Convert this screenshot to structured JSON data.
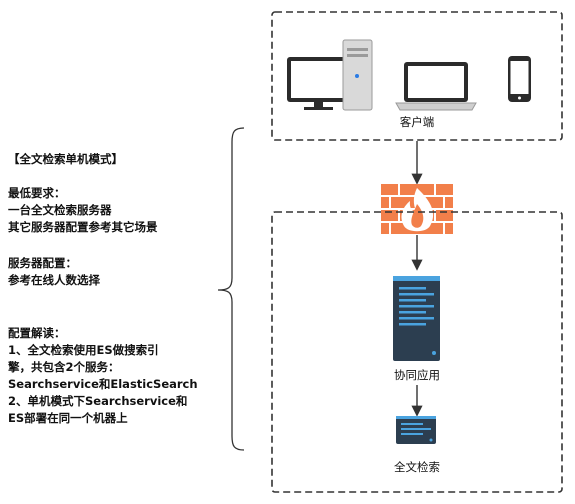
{
  "notes": {
    "title": "【全文检索单机模式】",
    "requirements": {
      "heading": "最低要求：",
      "lines": [
        "一台全文检索服务器",
        "其它服务器配置参考其它场景"
      ]
    },
    "server_config": {
      "heading": "服务器配置：",
      "lines": [
        "参考在线人数选择"
      ]
    },
    "interpretation": {
      "heading": "配置解读：",
      "lines": [
        "1、全文检索使用ES做搜索引",
        "擎，共包含2个服务：",
        "Searchservice和ElasticSearch",
        "2、单机模式下Searchservice和",
        "ES部署在同一个机器上"
      ]
    }
  },
  "diagram": {
    "client_label": "客户端",
    "app_label": "协同应用",
    "search_label": "全文检索",
    "client_devices": [
      "desktop-pc",
      "laptop",
      "smartphone"
    ],
    "colors": {
      "firewall": "#F27F4A",
      "server_dark": "#2C3E50",
      "server_accent": "#4AA3DF",
      "border": "#333333"
    }
  }
}
